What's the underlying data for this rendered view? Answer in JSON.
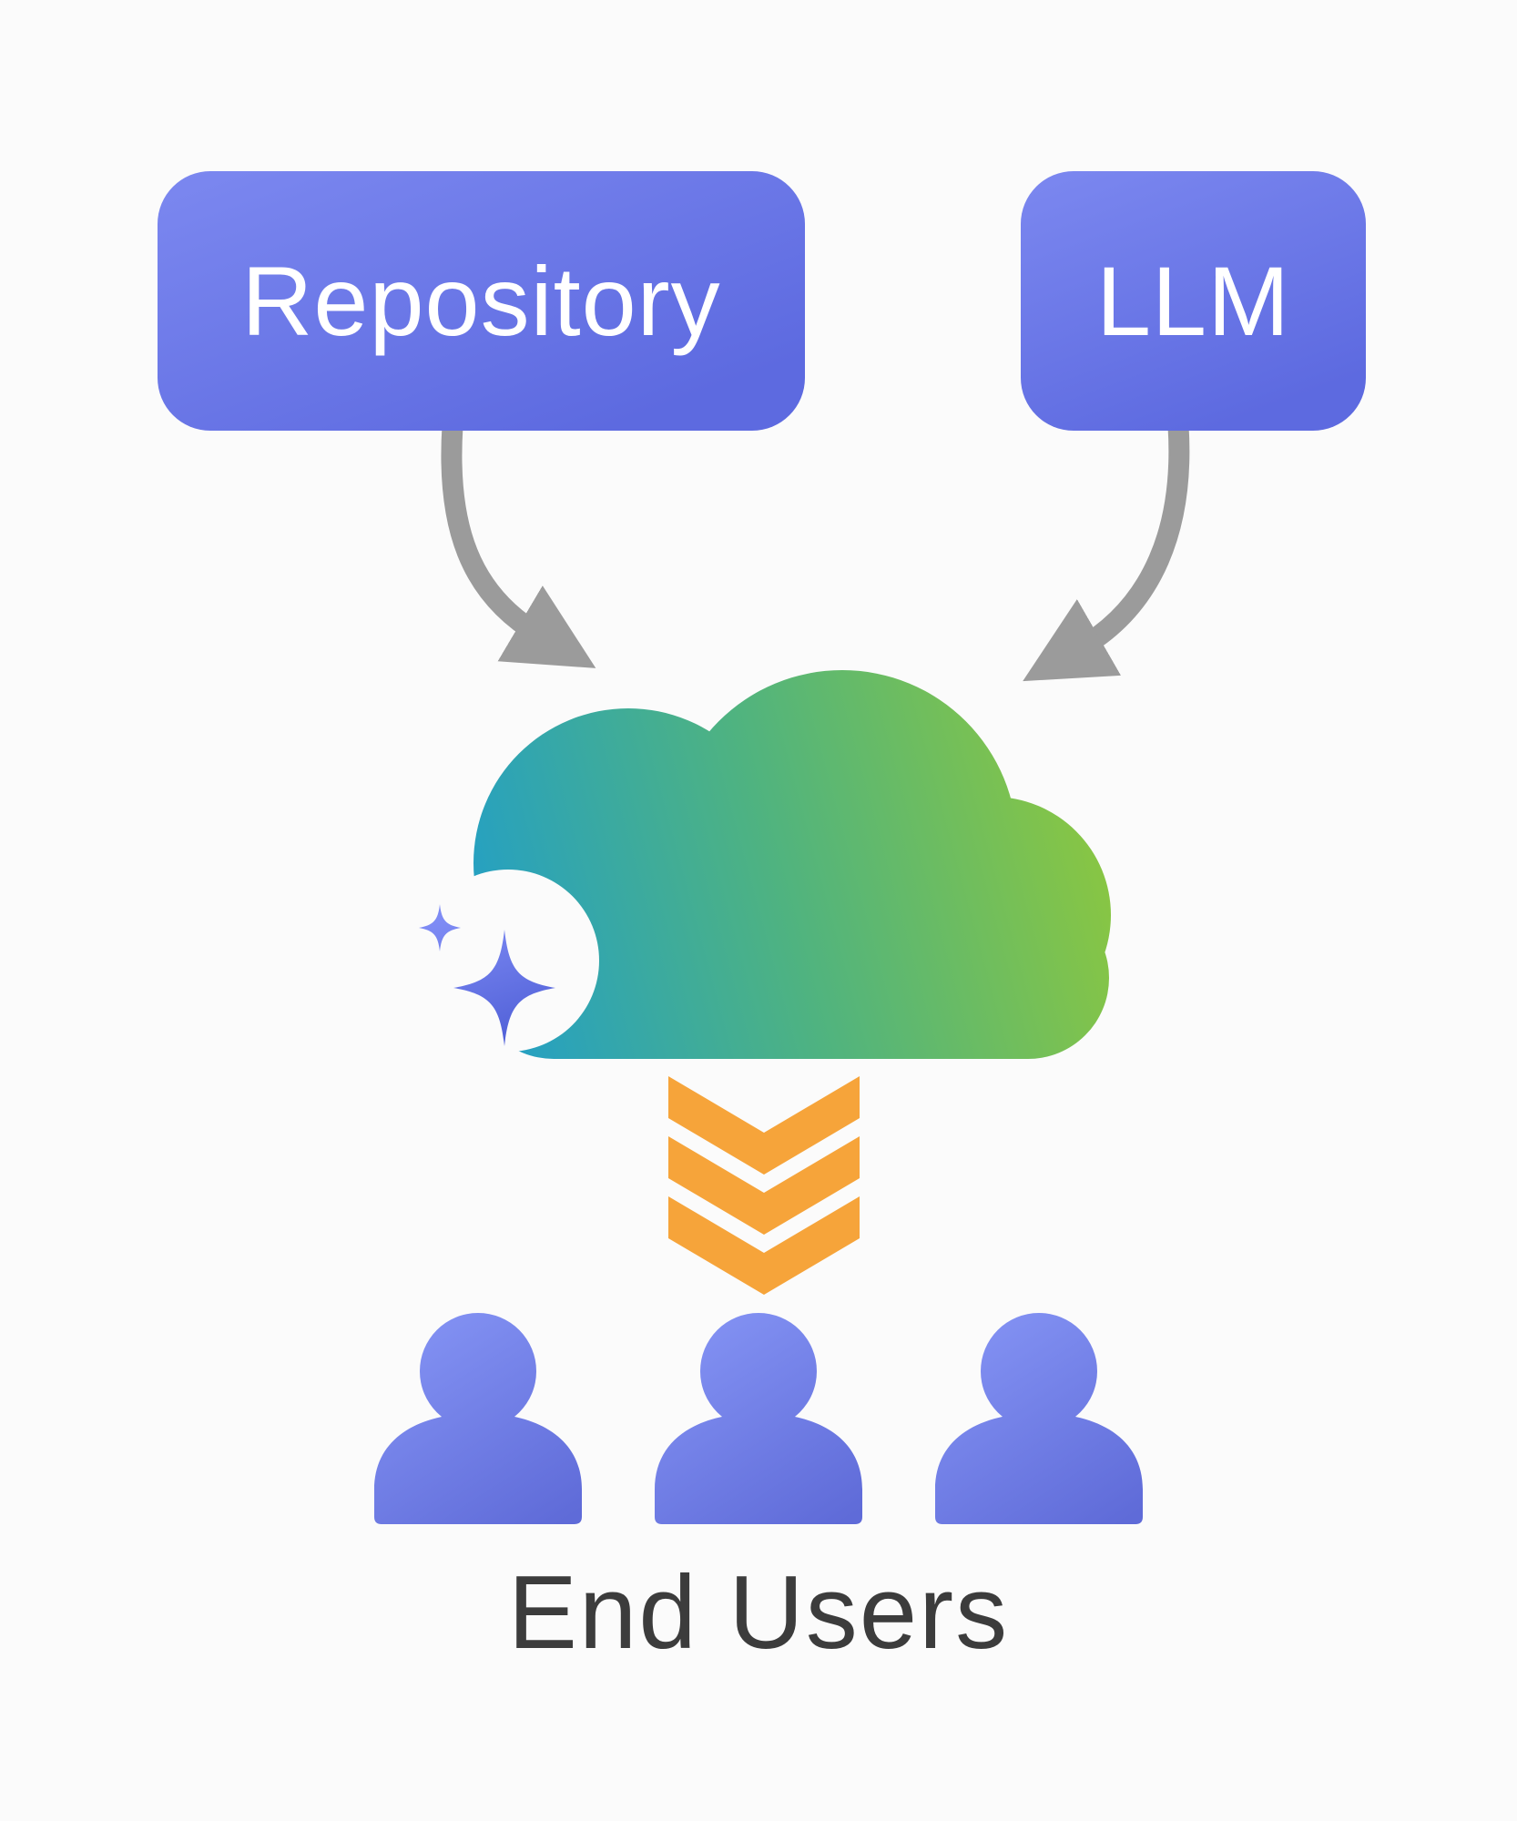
{
  "page": {
    "type": "architecture-diagram",
    "background": "#FBFBFB"
  },
  "nodes": {
    "repository": {
      "label": "Repository",
      "shape": "rounded-rectangle"
    },
    "llm": {
      "label": "LLM",
      "shape": "rounded-rectangle"
    },
    "ai_cloud": {
      "icon": "cloud-icon",
      "badge_icon": "sparkle-icon"
    },
    "end_users": {
      "label": "End Users",
      "icon": "user-icon",
      "user_count": 3
    }
  },
  "connections": [
    {
      "from": "repository",
      "to": "ai_cloud",
      "style": "curved-gray-arrow"
    },
    {
      "from": "llm",
      "to": "ai_cloud",
      "style": "curved-gray-arrow"
    },
    {
      "from": "ai_cloud",
      "to": "end_users",
      "style": "down-chevrons",
      "chevron_count": 3
    }
  ],
  "colors": {
    "background": "#FBFBFB",
    "box_gradient_start": "#7C88F0",
    "box_gradient_end": "#5D6AE0",
    "box_text": "#FFFFFF",
    "arrow_gray": "#9B9B9B",
    "cloud_teal": "#239FC6",
    "cloud_mid": "#4FB380",
    "cloud_green": "#8CC73F",
    "sparkle_start": "#7E8BF4",
    "sparkle_end": "#4E5ED6",
    "chevron_orange": "#F6A43A",
    "user_gradient_start": "#8493F4",
    "user_gradient_end": "#5F6BD8",
    "end_users_text": "#3C3C3C"
  }
}
